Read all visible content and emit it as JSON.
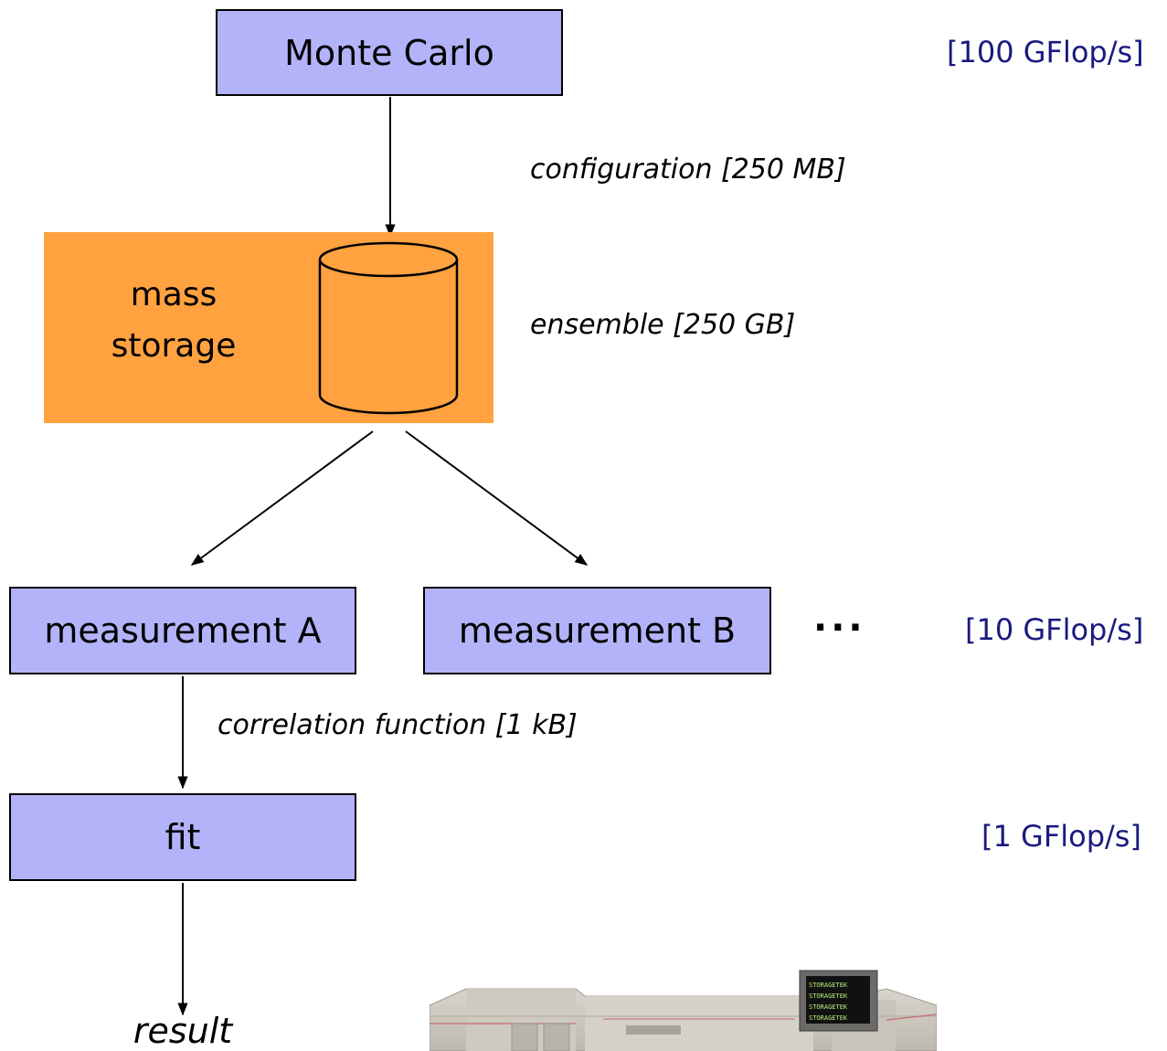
{
  "nodes": {
    "monte_carlo": "Monte Carlo",
    "mass_storage_line1": "mass",
    "mass_storage_line2": "storage",
    "measurement_a": "measurement A",
    "measurement_b": "measurement B",
    "ellipsis": "···",
    "fit": "fit",
    "result": "result"
  },
  "edges": {
    "configuration": "configuration [250 MB]",
    "ensemble": "ensemble [250 GB]",
    "correlation": "correlation function [1 kB]"
  },
  "rates": {
    "monte_carlo": "[100 GFlop/s]",
    "measurement": "[10 GFlop/s]",
    "fit": "[1 GFlop/s]"
  },
  "photo": {
    "screen_text": [
      "STORAGETEK",
      "STORAGETEK",
      "STORAGETEK",
      "STORAGETEK"
    ]
  },
  "colors": {
    "box_fill": "#b3b3fa",
    "storage_fill": "#ffa23f",
    "rate_text": "#1a1a80"
  }
}
